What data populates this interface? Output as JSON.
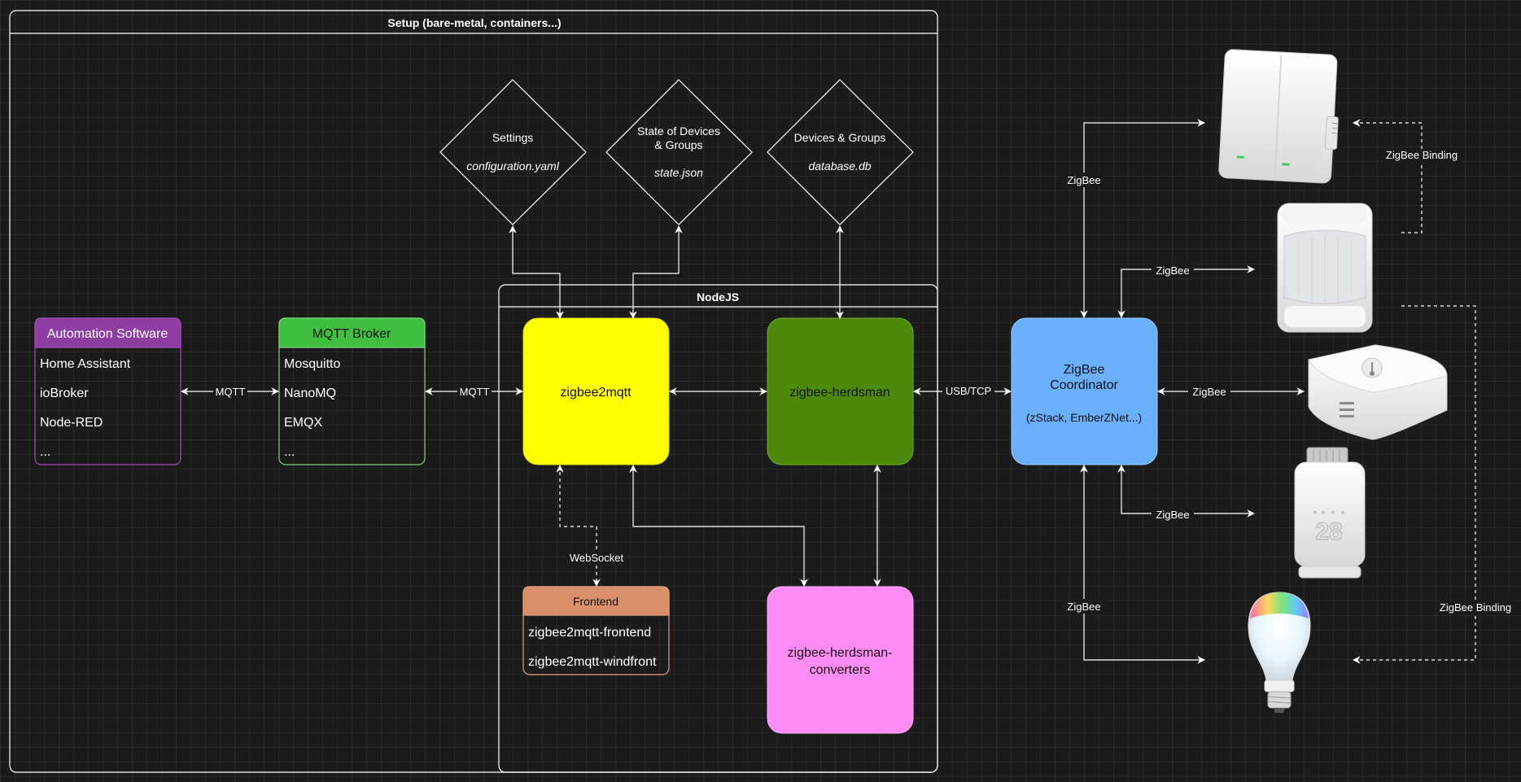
{
  "setup": {
    "title": "Setup (bare-metal, containers...)"
  },
  "nodejs": {
    "title": "NodeJS"
  },
  "files": {
    "settings": {
      "title": "Settings",
      "file": "configuration.yaml"
    },
    "state": {
      "title_line1": "State of Devices",
      "title_line2": "& Groups",
      "file": "state.json"
    },
    "database": {
      "title": "Devices & Groups",
      "file": "database.db"
    }
  },
  "automation": {
    "header": "Automation Software",
    "items": [
      "Home Assistant",
      "ioBroker",
      "Node-RED",
      "..."
    ]
  },
  "broker": {
    "header": "MQTT Broker",
    "items": [
      "Mosquitto",
      "NanoMQ",
      "EMQX",
      "..."
    ]
  },
  "z2m": {
    "label": "zigbee2mqtt"
  },
  "herdsman": {
    "label": "zigbee-herdsman"
  },
  "converters": {
    "line1": "zigbee-herdsman-",
    "line2": "converters"
  },
  "frontend": {
    "header": "Frontend",
    "items": [
      "zigbee2mqtt-frontend",
      "zigbee2mqtt-windfront"
    ]
  },
  "coordinator": {
    "line1": "ZigBee",
    "line2": "Coordinator",
    "line3": "(zStack, EmberZNet...)"
  },
  "labels": {
    "mqtt1": "MQTT",
    "mqtt2": "MQTT",
    "websocket": "WebSocket",
    "usb_tcp": "USB/TCP",
    "zigbee_switch": "ZigBee",
    "zigbee_motion": "ZigBee",
    "zigbee_sensor": "ZigBee",
    "zigbee_trv": "ZigBee",
    "zigbee_bulb": "ZigBee",
    "binding1": "ZigBee Binding",
    "binding2": "ZigBee Binding"
  },
  "devices": {
    "thermostat_display": "28"
  },
  "colors": {
    "automation": "#8e3ea3",
    "broker": "#3fbf3f",
    "z2m": "#ffff00",
    "herdsman": "#4d8a0a",
    "converters": "#ff8cf5",
    "frontend": "#d9906a",
    "coordinator": "#6aaffc"
  }
}
